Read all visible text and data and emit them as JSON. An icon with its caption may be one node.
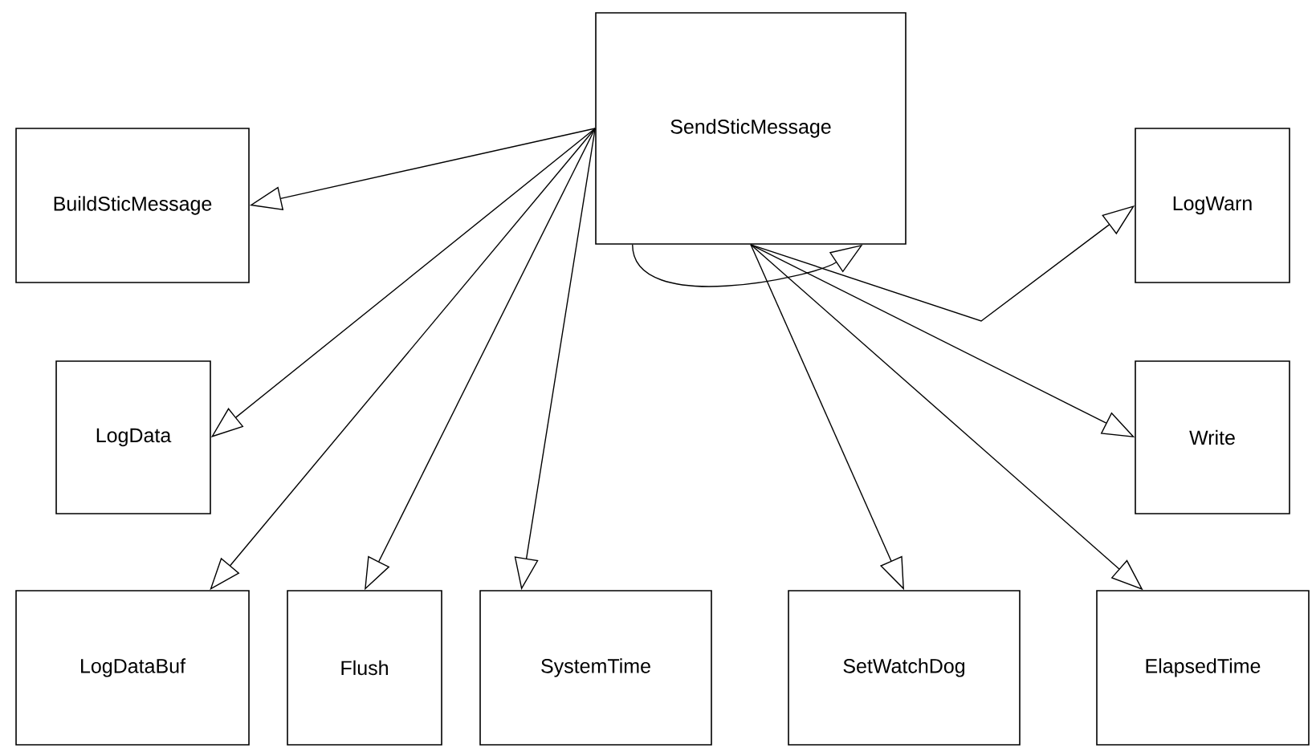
{
  "diagram": {
    "nodes": [
      {
        "text": [
          "SendSticMessage"
        ]
      },
      {
        "text": [
          "BuildSticMessage"
        ]
      },
      {
        "text": [
          "LogWarn"
        ]
      },
      {
        "text": [
          "LogData"
        ]
      },
      {
        "text": [
          "Write"
        ]
      },
      {
        "text": [
          "LogDataBuf"
        ]
      },
      {
        "text": [
          "Flush"
        ]
      },
      {
        "text": [
          "SystemTime"
        ]
      },
      {
        "text": [
          "SetWatchDog"
        ]
      },
      {
        "text": [
          "ElapsedTime"
        ]
      }
    ],
    "edges": [
      {
        "from": 0,
        "to": 1,
        "arrow": "to"
      },
      {
        "from": 0,
        "to": 3,
        "arrow": "to"
      },
      {
        "from": 0,
        "to": 5,
        "arrow": "to"
      },
      {
        "from": 0,
        "to": 6,
        "arrow": "to"
      },
      {
        "from": 0,
        "to": 7,
        "arrow": "to"
      },
      {
        "from": 0,
        "to": 0,
        "arrow": "to"
      },
      {
        "from": 0,
        "to": 2,
        "arrow": "to"
      },
      {
        "from": 0,
        "to": 4,
        "arrow": "to"
      },
      {
        "from": 0,
        "to": 8,
        "arrow": "to"
      },
      {
        "from": 0,
        "to": 9,
        "arrow": "to"
      }
    ]
  }
}
